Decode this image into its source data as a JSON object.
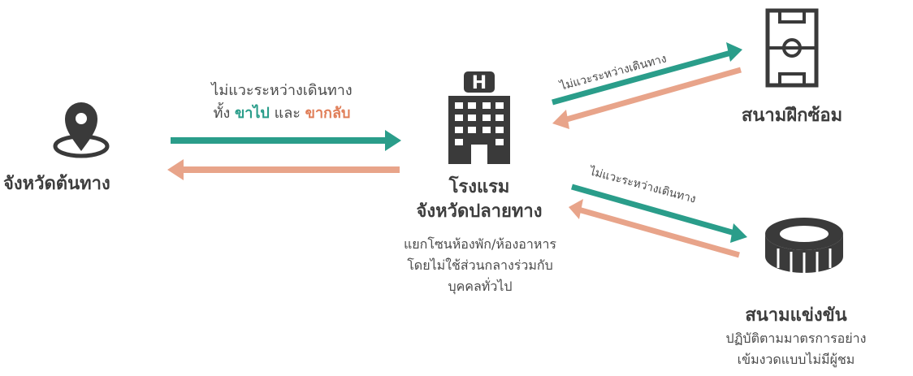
{
  "origin": {
    "label": "จังหวัดต้นทาง"
  },
  "travel_note": {
    "line1": "ไม่แวะระหว่างเดินทาง",
    "line2_prefix": "ทั้ง",
    "outbound": "ขาไป",
    "connector": "และ",
    "return": "ขากลับ"
  },
  "hotel": {
    "title_line1": "โรงแรม",
    "title_line2": "จังหวัดปลายทาง",
    "note_lines": [
      "แยกโซนห้องพัก/ห้องอาหาร",
      "โดยไม่ใช้ส่วนกลางร่วมกับ",
      "บุคคลทั่วไป"
    ]
  },
  "training_route_note": "ไม่แวะระหว่างเดินทาง",
  "stadium_route_note": "ไม่แวะระหว่างเดินทาง",
  "training_field": {
    "label": "สนามฝึกซ้อม"
  },
  "stadium": {
    "label": "สนามแข่งขัน",
    "note_lines": [
      "ปฏิบัติตามมาตรการอย่าง",
      "เข้มงวดแบบไม่มีผู้ชม"
    ]
  },
  "colors": {
    "outbound": "#2a9d8a",
    "return": "#e8a48a",
    "icon": "#3a3a3a"
  },
  "icons": [
    "location-pin-icon",
    "hotel-building-icon",
    "football-field-icon",
    "stadium-icon"
  ]
}
